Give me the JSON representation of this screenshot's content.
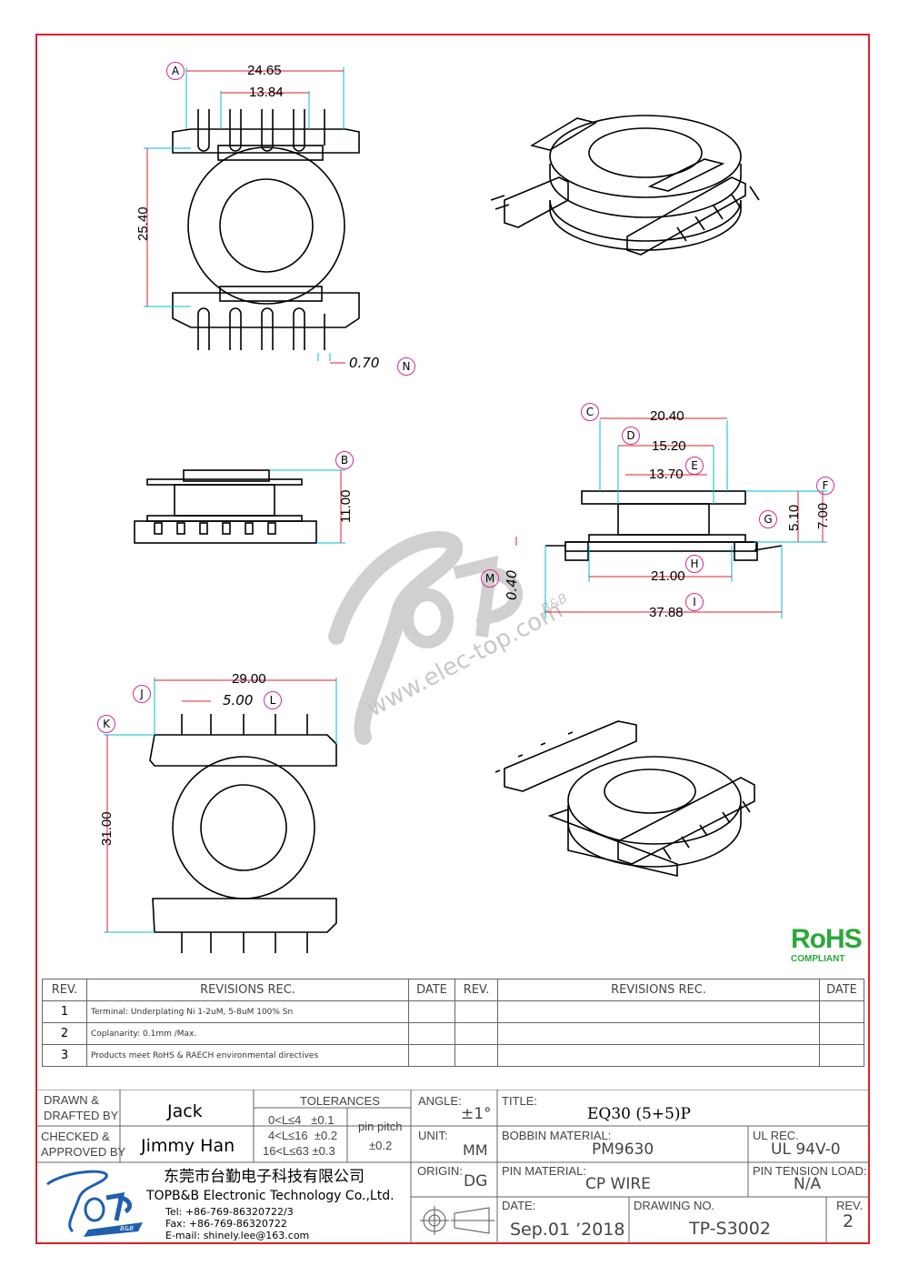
{
  "dimensions": {
    "front_top": {
      "A": "24.65",
      "inner": "13.84",
      "height": "25.40",
      "pin": "0.70"
    },
    "side": {
      "height": "11.00"
    },
    "profile": {
      "C": "20.40",
      "D": "15.20",
      "E": "13.70",
      "F": "7.00",
      "G": "5.10",
      "H": "21.00",
      "I": "37.88",
      "M": "0.40"
    },
    "front_bottom": {
      "J": "29.00",
      "L": "5.00",
      "K": "31.00"
    }
  },
  "balloons": {
    "A": "A",
    "B": "B",
    "C": "C",
    "D": "D",
    "E": "E",
    "F": "F",
    "G": "G",
    "H": "H",
    "I": "I",
    "J": "J",
    "K": "K",
    "L": "L",
    "M": "M",
    "N": "N"
  },
  "watermark": {
    "brand": "B&B",
    "url": "www.elec-top.com"
  },
  "rohs": {
    "mark": "RoHS",
    "sub": "COMPLIANT"
  },
  "revisions": {
    "headers": {
      "rev": "REV.",
      "rec": "REVISIONS   REC.",
      "date": "DATE"
    },
    "rows": [
      {
        "rev": "1",
        "text": "Terminal: Underplating Ni 1-2uM, 5-8uM 100% Sn"
      },
      {
        "rev": "2",
        "text": "Coplanarity: 0.1mm /Max."
      },
      {
        "rev": "3",
        "text": "Products meet RoHS & RAECH environmental directives"
      }
    ]
  },
  "title_block": {
    "drawn_label": "DRAWN &\nDRAFTED BY",
    "drawn_by": "Jack",
    "checked_label": "CHECKED &\nAPPROVED BY",
    "checked_by": "Jimmy Han",
    "tolerances_label": "TOLERANCES",
    "tol1": "0<L≤4   ±0.1",
    "tol2": "4<L≤16  ±0.2",
    "tol3": "16<L≤63 ±0.3",
    "pin_pitch_label": "pin pitch",
    "pin_pitch_value": "±0.2",
    "angle_label": "ANGLE:",
    "angle_value": "±1°",
    "unit_label": "UNIT:",
    "unit_value": "MM",
    "origin_label": "ORIGIN:",
    "origin_value": "DG",
    "title_label": "TITLE:",
    "title_value": "EQ30 (5+5)P",
    "bobbin_label": "BOBBIN MATERIAL:",
    "bobbin_value": "PM9630",
    "ul_label": "UL REC.",
    "ul_value": "UL 94V-0",
    "pin_material_label": "PIN MATERIAL:",
    "pin_material_value": "CP WIRE",
    "pin_tension_label": "PIN TENSION LOAD:",
    "pin_tension_value": "N/A",
    "date_label": "DATE:",
    "date_value": "Sep.01 ’2018",
    "drawing_no_label": "DRAWING NO.",
    "drawing_no_value": "TP-S3002",
    "rev_label": "REV.",
    "rev_value": "2"
  },
  "company": {
    "name_cn": "东莞市台勤电子科技有限公司",
    "name_en": "TOPB&B Electronic Technology Co.,Ltd.",
    "tel": "Tel: +86-769-86320722/3",
    "fax": "Fax: +86-769-86320722",
    "email": "E-mail: shinely.lee@163.com",
    "logo_mark": "B&B"
  },
  "colors": {
    "frame": "#e0202a",
    "balloon": "#d22c8f",
    "rohs": "#2aa83a",
    "watermark": "#c8c8c8",
    "logo": "#1f5fae"
  }
}
